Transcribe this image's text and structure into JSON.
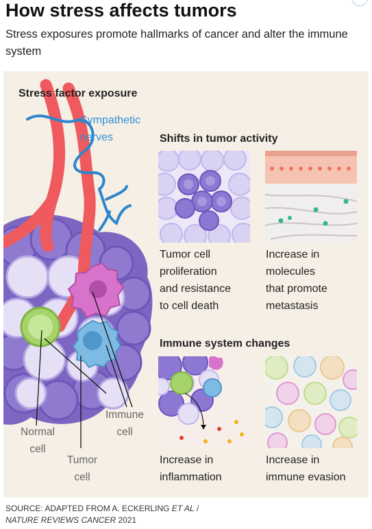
{
  "title": "How stress affects tumors",
  "subtitle": "Stress exposures promote hallmarks of cancer and alter the immune system",
  "diagram": {
    "stress_header": "Stress factor exposure",
    "sympathetic_nerves": [
      "Sympathetic",
      "nerves"
    ],
    "shifts_header": "Shifts in tumor activity",
    "immune_header": "Immune system changes",
    "caption_proliferation": [
      "Tumor cell",
      "proliferation",
      "and resistance",
      "to cell death"
    ],
    "caption_metastasis": [
      "Increase in",
      "molecules",
      "that promote",
      "metastasis"
    ],
    "caption_inflammation": [
      "Increase in",
      "inflammation"
    ],
    "caption_evasion": [
      "Increase in",
      "immune evasion"
    ],
    "label_normal_cell": [
      "Normal",
      "cell"
    ],
    "label_tumor_cell": [
      "Tumor",
      "cell"
    ],
    "label_immune_cell": [
      "Immune",
      "cell"
    ]
  },
  "source": {
    "prefix": "SOURCE: ADAPTED FROM A. ECKERLING ",
    "etal": "ET AL",
    "sep": " /",
    "journal": "NATURE REVIEWS CANCER",
    "year": " 2021"
  },
  "colors": {
    "panel_bg": "#f6efe6",
    "tumor_purple": "#8a74c9",
    "tumor_light": "#ddd5f3",
    "vessel_red": "#ef5a5f",
    "nerve_blue": "#2f8fd6",
    "normal_green": "#a9d46a",
    "immune_pink": "#d46ec7",
    "immune_blue": "#6fb2df"
  }
}
